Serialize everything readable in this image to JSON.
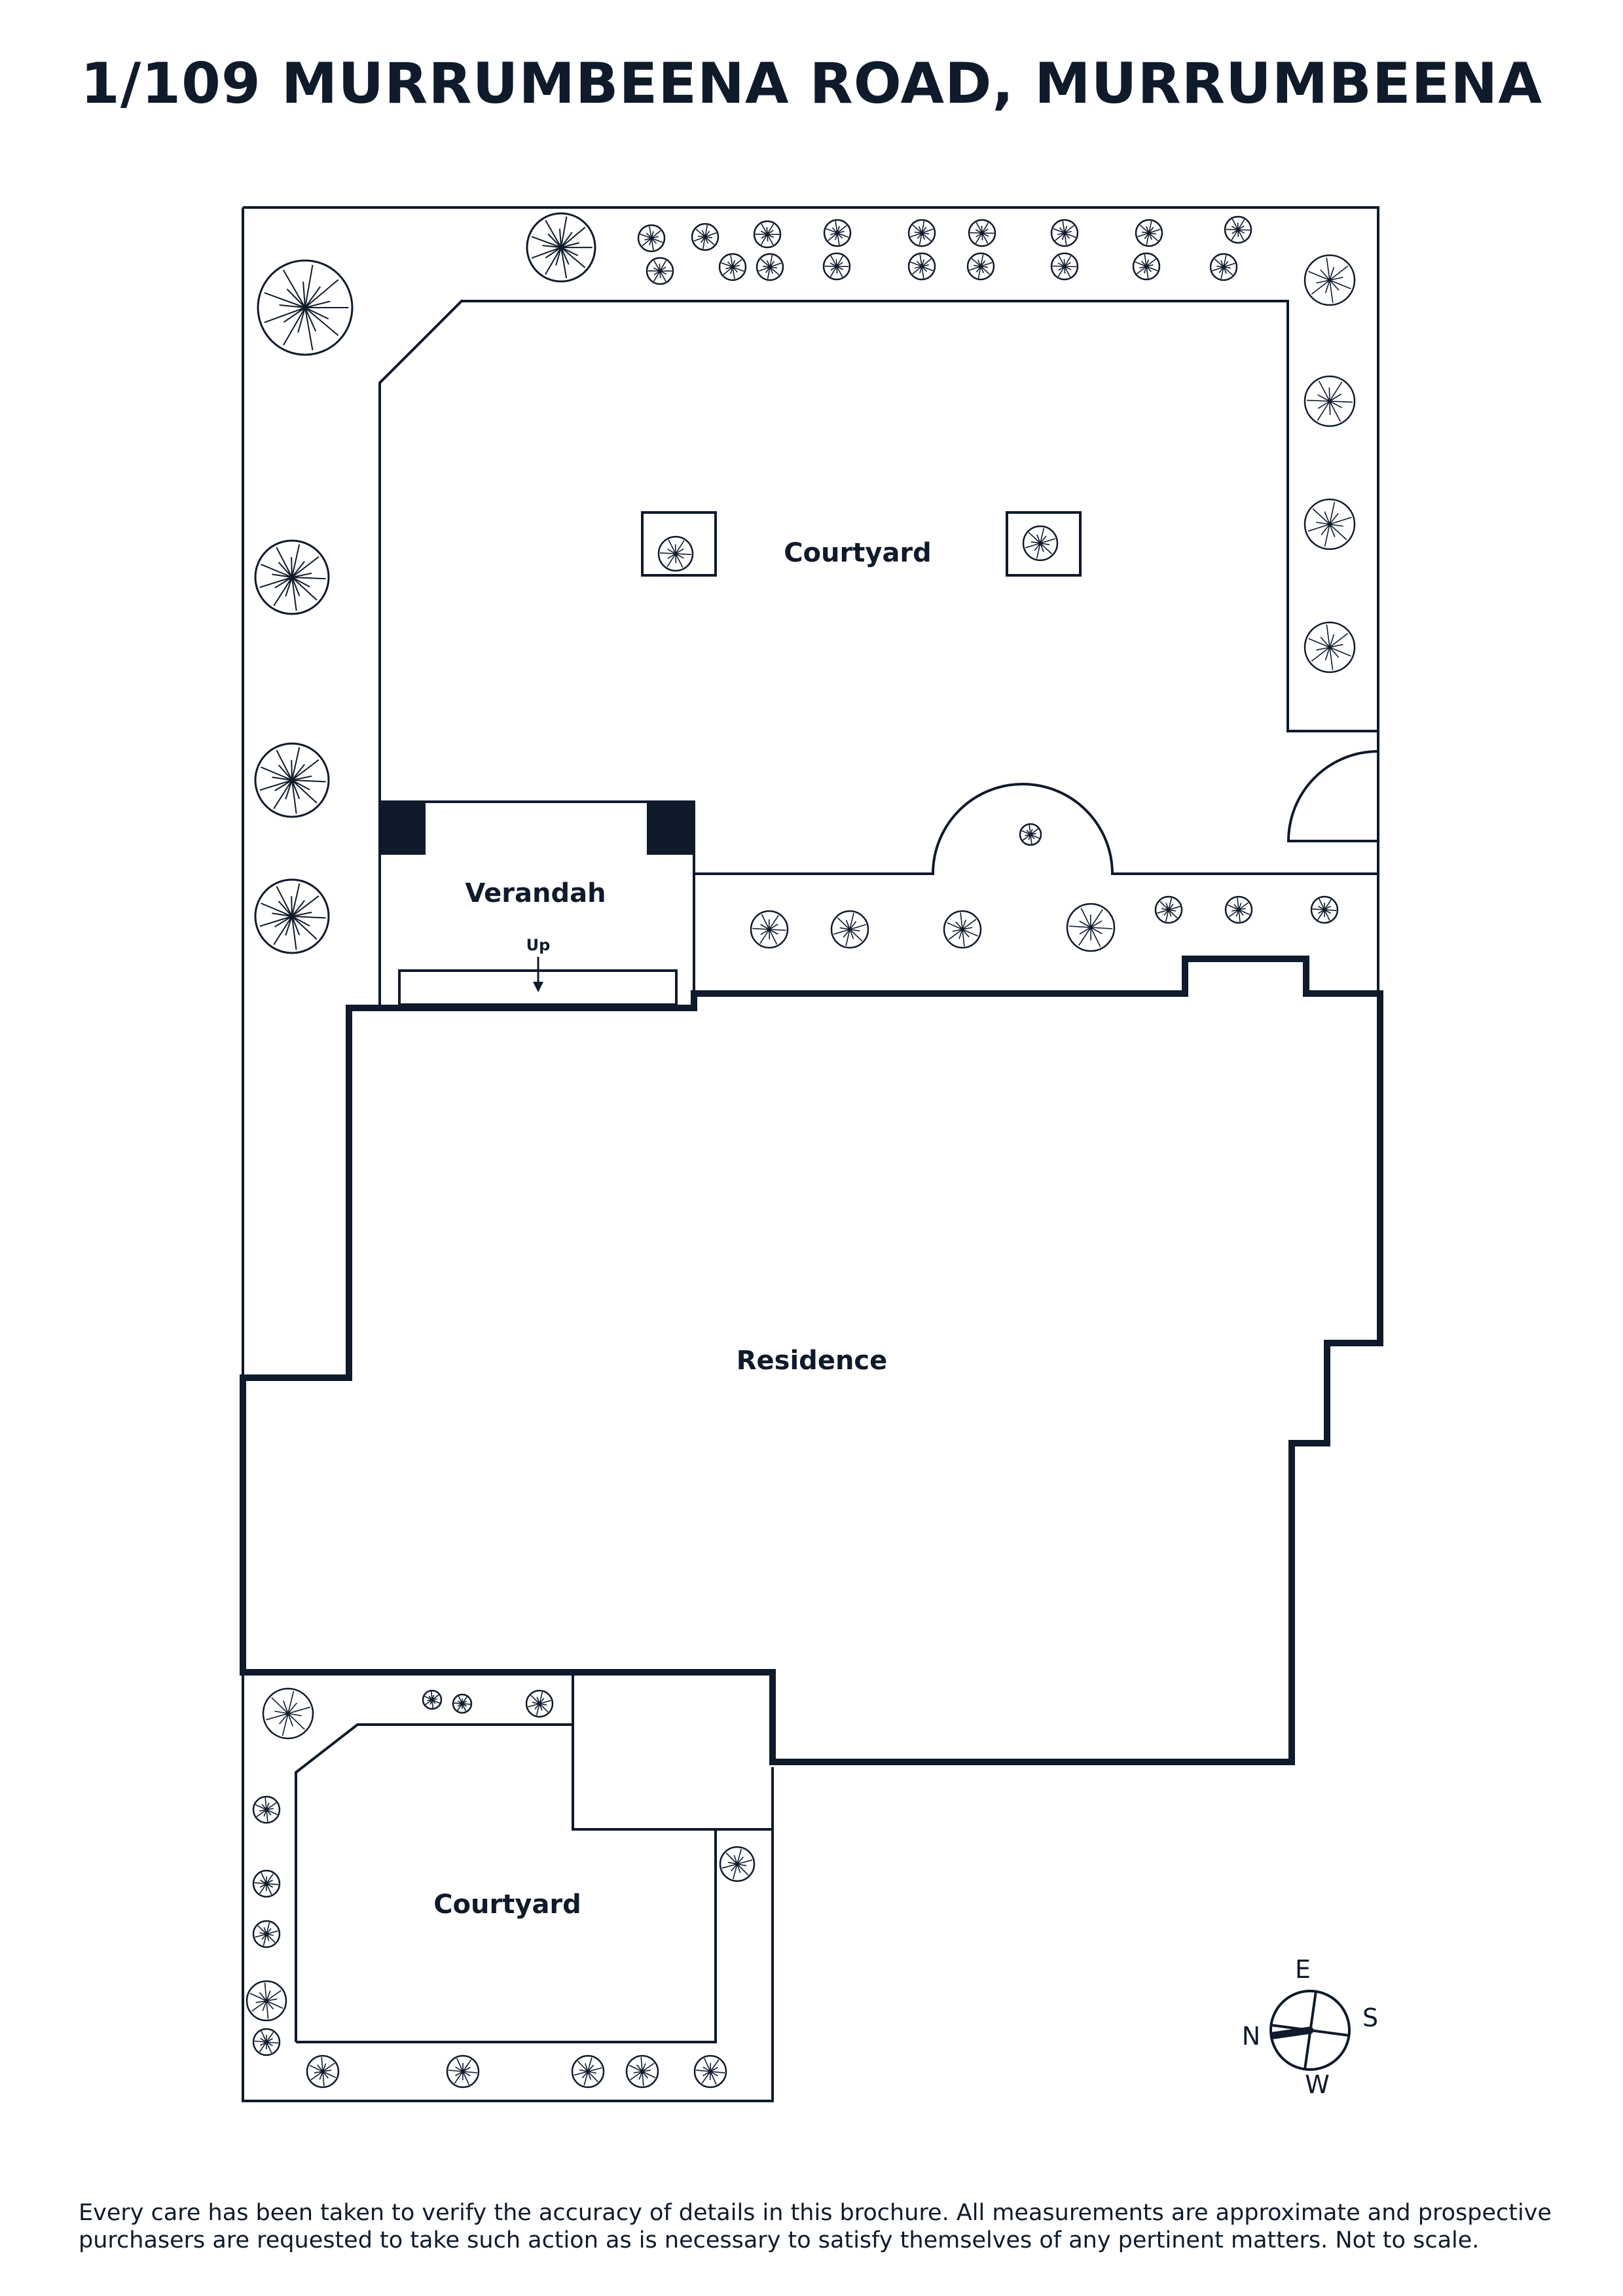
{
  "title": "1/109 MURRUMBEENA ROAD, MURRUMBEENA",
  "rooms": {
    "courtyard_north": "Courtyard",
    "verandah": "Verandah",
    "residence": "Residence",
    "courtyard_south": "Courtyard"
  },
  "step_label": "Up",
  "compass": {
    "e": "E",
    "s": "S",
    "w": "W",
    "n": "N"
  },
  "disclaimer": "Every care has been taken to verify the accuracy of details in this brochure. All measurements are approximate and prospective purchasers are requested to take such action as is necessary to satisfy themselves of any pertinent matters. Not to scale.",
  "colors": {
    "ink": "#0f1a2b",
    "background": "#ffffff"
  }
}
